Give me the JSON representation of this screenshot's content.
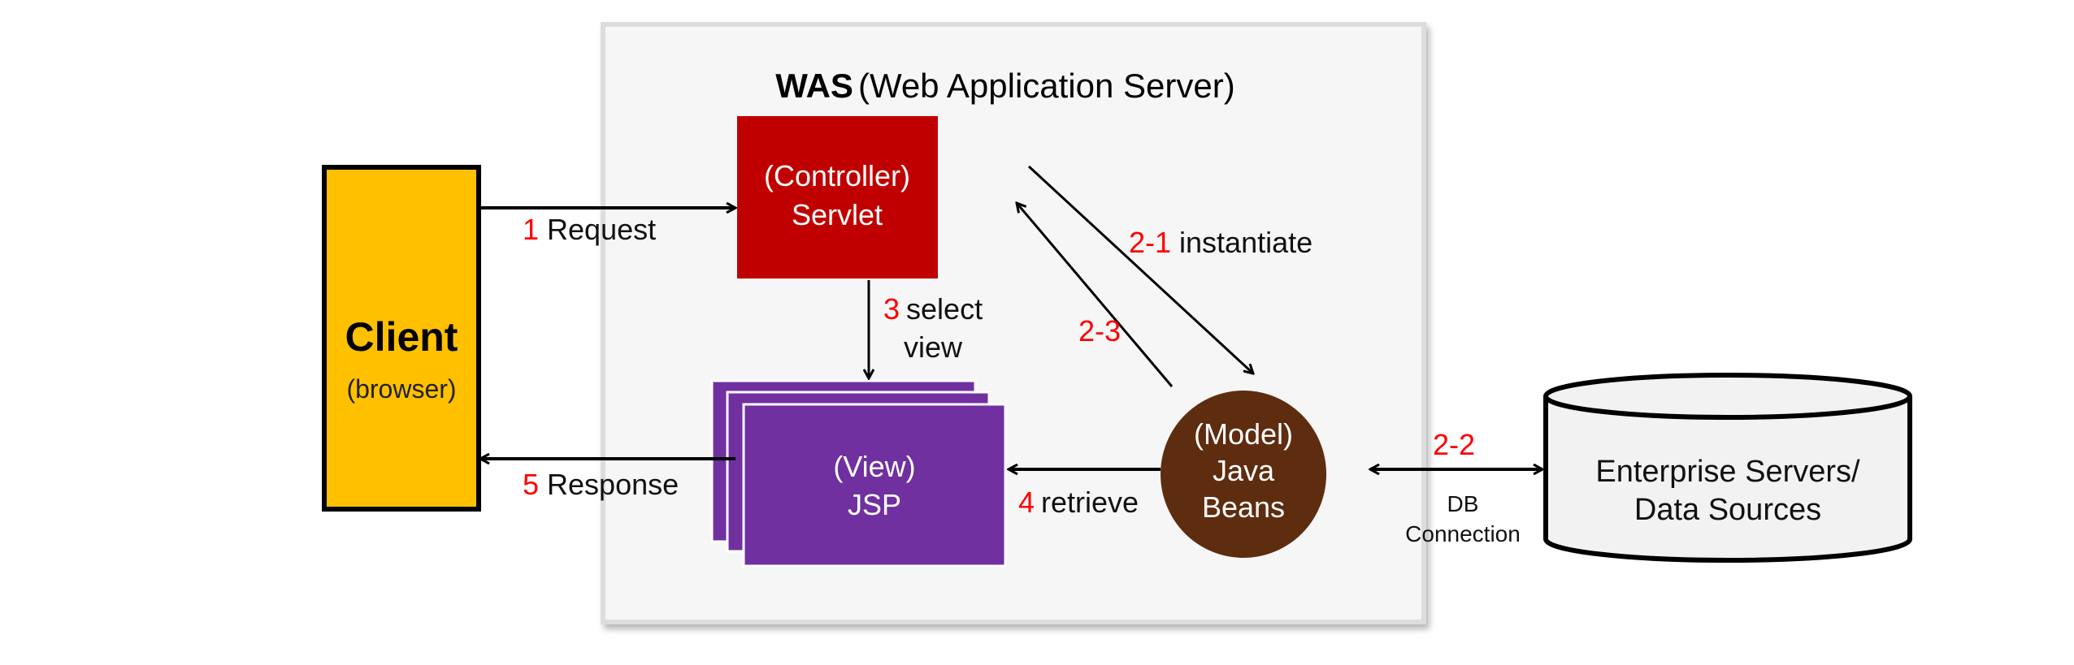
{
  "was": {
    "title_bold": "WAS",
    "title_rest": "(Web Application Server)"
  },
  "client": {
    "title": "Client",
    "subtitle": "(browser)"
  },
  "controller": {
    "role": "(Controller)",
    "name": "Servlet"
  },
  "view": {
    "role": "(View)",
    "name": "JSP"
  },
  "model": {
    "role": "(Model)",
    "name_line1": "Java",
    "name_line2": "Beans"
  },
  "datasource": {
    "line1": "Enterprise Servers/",
    "line2": "Data Sources"
  },
  "steps": {
    "request": {
      "num": "1",
      "text": "Request"
    },
    "instantiate": {
      "num": "2-1",
      "text": "instantiate"
    },
    "db": {
      "num": "2-2",
      "text_line1": "DB",
      "text_line2": "Connection"
    },
    "return": {
      "num": "2-3"
    },
    "select": {
      "num": "3",
      "text_line1": "select",
      "text_line2": "view"
    },
    "retrieve": {
      "num": "4",
      "text": "retrieve"
    },
    "response": {
      "num": "5",
      "text": "Response"
    }
  },
  "colors": {
    "client": "#ffc000",
    "controller": "#c00000",
    "view": "#7030a0",
    "model": "#5e2c0f",
    "step_number": "#ff0000",
    "was_bg": "#f6f6f6",
    "datasource": "#f2f2f2"
  }
}
